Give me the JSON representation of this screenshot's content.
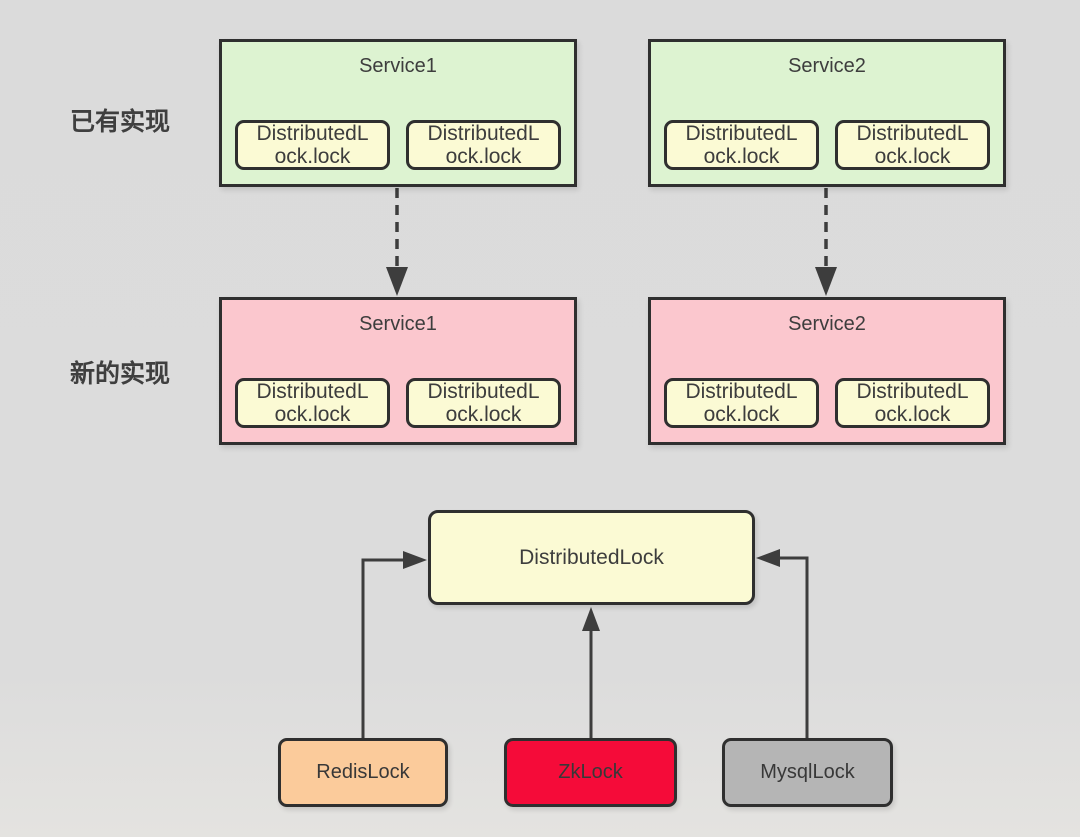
{
  "row_labels": {
    "existing": "已有实现",
    "new": "新的实现"
  },
  "existing_row": {
    "services": [
      {
        "title": "Service1",
        "calls": [
          "DistributedLock.lock",
          "DistributedLock.lock"
        ]
      },
      {
        "title": "Service2",
        "calls": [
          "DistributedLock.lock",
          "DistributedLock.lock"
        ]
      }
    ]
  },
  "new_row": {
    "services": [
      {
        "title": "Service1",
        "calls": [
          "DistributedLock.lock",
          "DistributedLock.lock"
        ]
      },
      {
        "title": "Service2",
        "calls": [
          "DistributedLock.lock",
          "DistributedLock.lock"
        ]
      }
    ]
  },
  "class_diagram": {
    "interface": {
      "label": "DistributedLock",
      "fill": "#fbfad4"
    },
    "implementations": [
      {
        "label": "RedisLock",
        "fill": "#fbcb9b"
      },
      {
        "label": "ZkLock",
        "fill": "#f50b39"
      },
      {
        "label": "MysqlLock",
        "fill": "#b5b5b5"
      }
    ]
  },
  "colors": {
    "background": "#dcdcdc",
    "existing_service_fill": "#ddf3d1",
    "new_service_fill": "#fbc7ce",
    "call_box_fill": "#fbfad4",
    "border": "#2f2f2f",
    "connector": "#3d3d3d",
    "text": "#3d3d3d"
  }
}
